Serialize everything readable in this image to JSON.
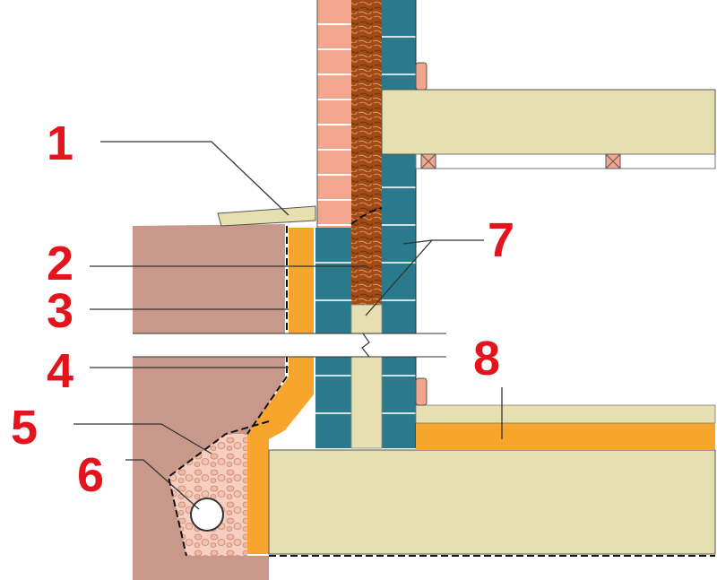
{
  "callouts": [
    {
      "label": "1"
    },
    {
      "label": "2"
    },
    {
      "label": "3"
    },
    {
      "label": "4"
    },
    {
      "label": "5"
    },
    {
      "label": "6"
    },
    {
      "label": "7"
    },
    {
      "label": "8"
    }
  ],
  "colors": {
    "callout_text": "#e3141c",
    "soil": "#c8998a",
    "brick": "#f4a58d",
    "brick_mortar": "#ffffff",
    "block": "#2b7a8c",
    "wood_fiber": "#a04a16",
    "insulation": "#f7a52c",
    "slab": "#e6dfb0",
    "gravel": "#f6cfc0",
    "leader_line": "#333333"
  }
}
